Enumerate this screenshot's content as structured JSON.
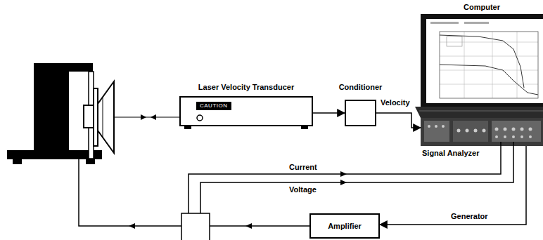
{
  "diagram": {
    "nodes": [
      {
        "text": [
          "Laser Velocity Transducer",
          "CAUTION"
        ]
      },
      {
        "text": [
          "Conditioner"
        ]
      },
      {
        "text": [
          "Computer"
        ]
      },
      {
        "text": [
          "Signal Analyzer"
        ]
      },
      {
        "text": [
          "Amplifier"
        ]
      }
    ],
    "edges": [
      {
        "from": 0,
        "to": 1,
        "arrow": "to"
      },
      {
        "from": 1,
        "to": 3,
        "label": "Velocity",
        "arrow": "to"
      },
      {
        "from": 3,
        "to": 4,
        "label": "Generator",
        "arrow": "to"
      }
    ],
    "labels": [
      "Current",
      "Voltage"
    ]
  }
}
